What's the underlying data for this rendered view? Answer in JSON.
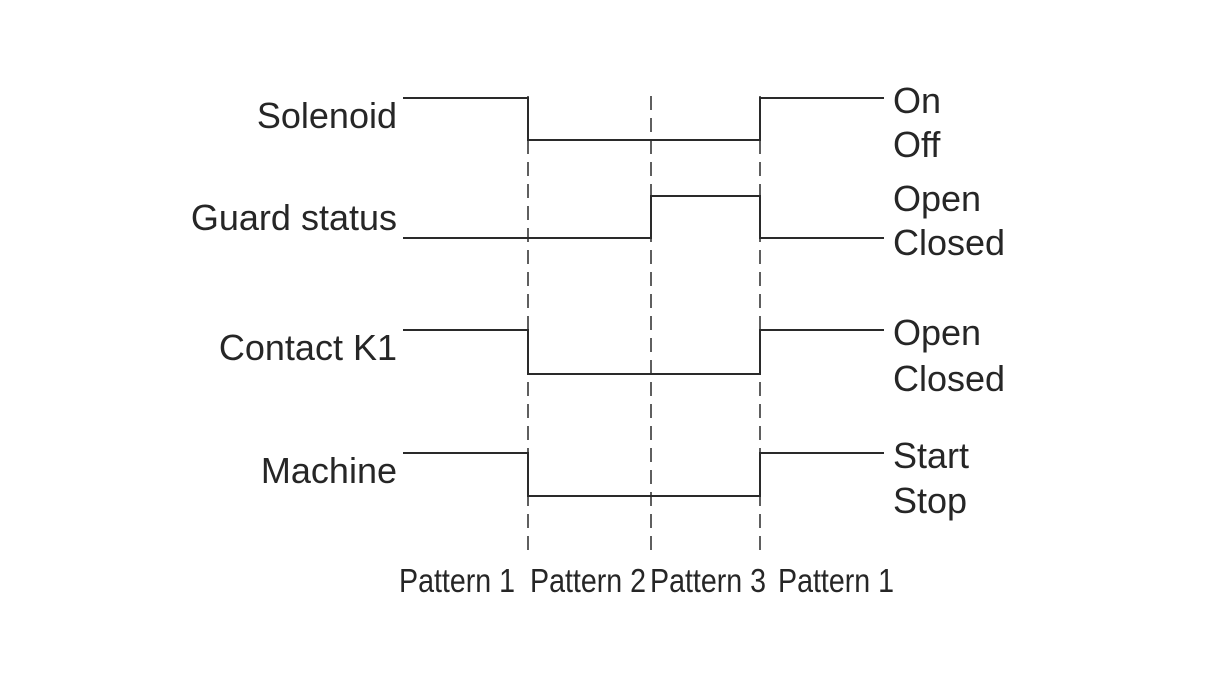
{
  "signals": [
    {
      "name": "Solenoid",
      "high_state": "On",
      "low_state": "Off",
      "levels": [
        "high",
        "low",
        "low",
        "high"
      ]
    },
    {
      "name": "Guard status",
      "high_state": "Open",
      "low_state": "Closed",
      "levels": [
        "low",
        "low",
        "high",
        "low"
      ]
    },
    {
      "name": "Contact K1",
      "high_state": "Open",
      "low_state": "Closed",
      "levels": [
        "high",
        "low",
        "low",
        "high"
      ]
    },
    {
      "name": "Machine",
      "high_state": "Start",
      "low_state": "Stop",
      "levels": [
        "high",
        "low",
        "low",
        "high"
      ]
    }
  ],
  "patterns": [
    "Pattern 1",
    "Pattern 2",
    "Pattern 3",
    "Pattern 1"
  ],
  "colors": {
    "line": "#2a2a2a",
    "text": "#262626",
    "background": "#ffffff"
  }
}
